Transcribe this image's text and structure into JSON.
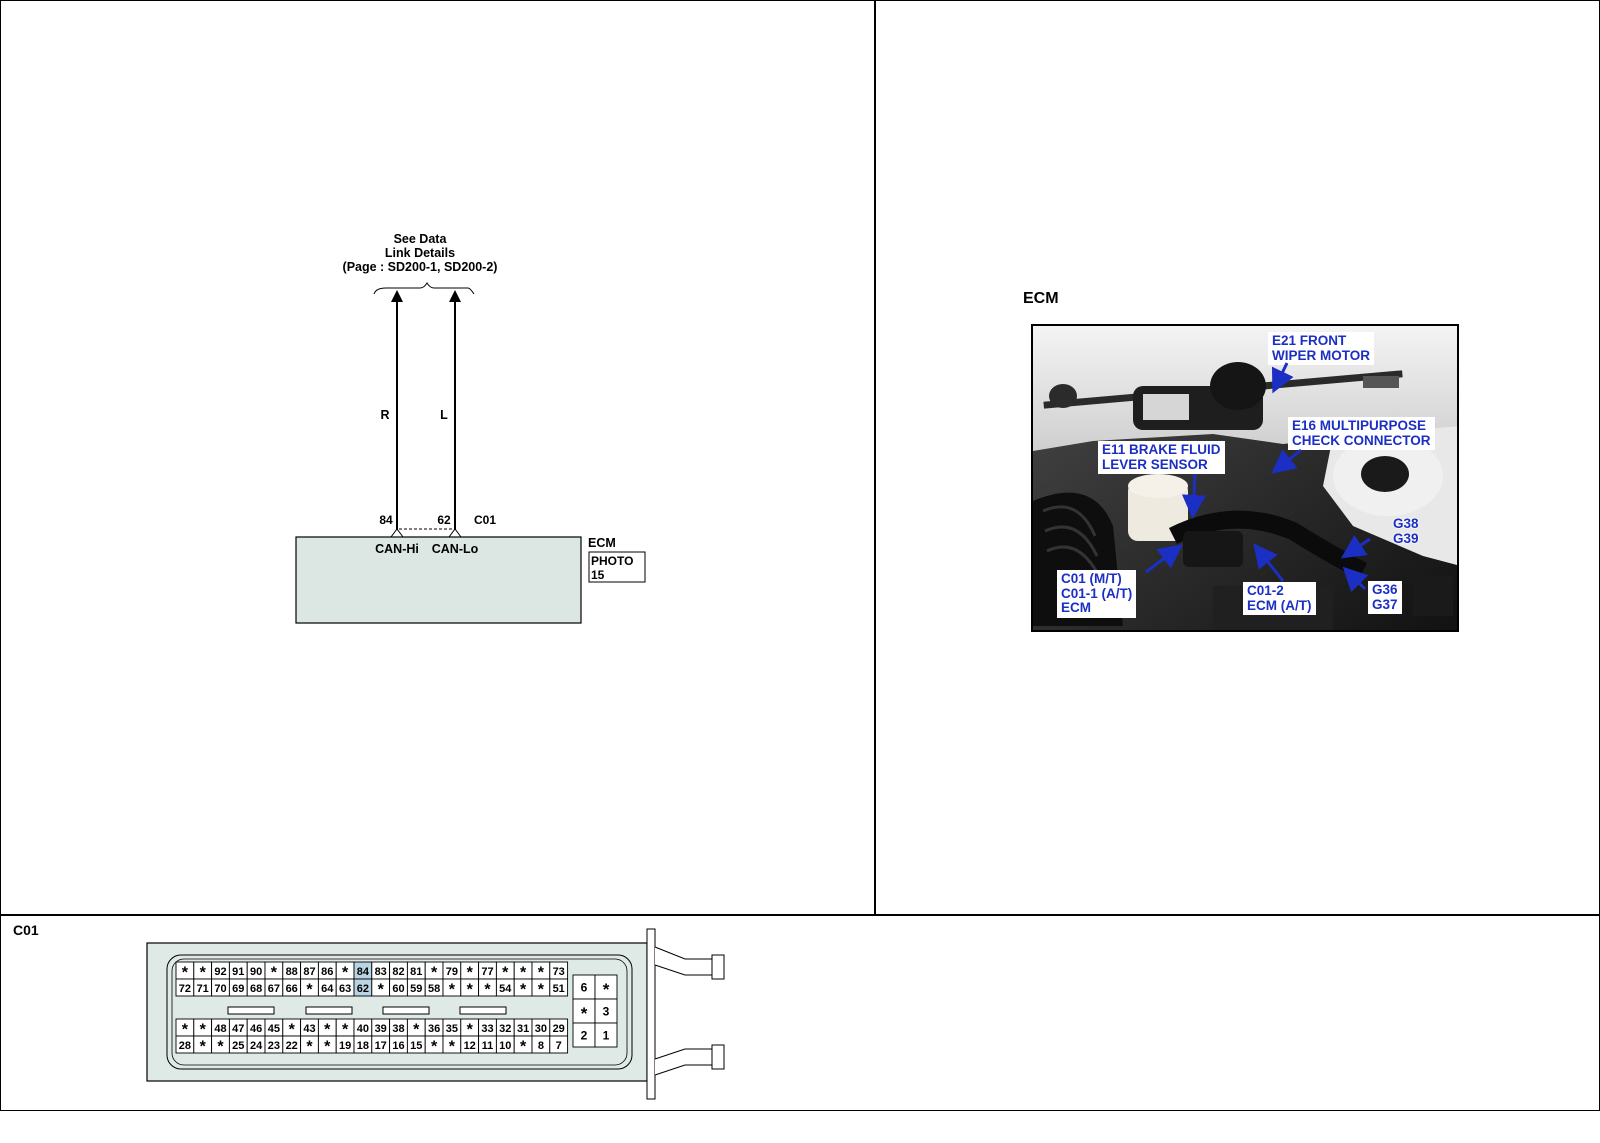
{
  "schematic": {
    "ref_line1": "See Data",
    "ref_line2": "Link Details",
    "ref_line3": "(Page : SD200-1, SD200-2)",
    "wire_hi_color": "R",
    "wire_lo_color": "L",
    "pin_hi": "84",
    "pin_lo": "62",
    "connector": "C01",
    "signal_hi": "CAN-Hi",
    "signal_lo": "CAN-Lo",
    "component": "ECM",
    "photo_ref_line1": "PHOTO",
    "photo_ref_line2": "15"
  },
  "photo": {
    "title": "ECM",
    "callouts": {
      "e21": "E21 FRONT\nWIPER MOTOR",
      "e16": "E16 MULTIPURPOSE\nCHECK CONNECTOR",
      "e11": "E11 BRAKE FLUID\nLEVER SENSOR",
      "g38": "G38\nG39",
      "c01": "C01 (M/T)\nC01-1 (A/T)\nECM",
      "c012": "C01-2\nECM (A/T)",
      "g36": "G36\nG37"
    }
  },
  "connector": {
    "title": "C01",
    "highlight_pins": [
      "84",
      "62"
    ],
    "highlight_color": "#b9d4e4",
    "body_color": "#dfe9e5",
    "rows": [
      [
        "*",
        "*",
        "92",
        "91",
        "90",
        "*",
        "88",
        "87",
        "86",
        "*",
        "84",
        "83",
        "82",
        "81",
        "*",
        "79",
        "*",
        "77",
        "*",
        "*",
        "*",
        "73"
      ],
      [
        "72",
        "71",
        "70",
        "69",
        "68",
        "67",
        "66",
        "*",
        "64",
        "63",
        "62",
        "*",
        "60",
        "59",
        "58",
        "*",
        "*",
        "*",
        "54",
        "*",
        "*",
        "51"
      ],
      [
        "*",
        "*",
        "48",
        "47",
        "46",
        "45",
        "*",
        "43",
        "*",
        "*",
        "40",
        "39",
        "38",
        "*",
        "36",
        "35",
        "*",
        "33",
        "32",
        "31",
        "30",
        "29"
      ],
      [
        "28",
        "*",
        "*",
        "25",
        "24",
        "23",
        "22",
        "*",
        "*",
        "19",
        "18",
        "17",
        "16",
        "15",
        "*",
        "*",
        "12",
        "11",
        "10",
        "*",
        "8",
        "7"
      ]
    ],
    "small_rows": [
      [
        "6",
        "*"
      ],
      [
        "*",
        "3"
      ],
      [
        "2",
        "1"
      ]
    ]
  },
  "colors": {
    "ecm_box": "#dce6e2",
    "callout_text": "#1c2fc4",
    "arrow": "#1c2fc4"
  }
}
